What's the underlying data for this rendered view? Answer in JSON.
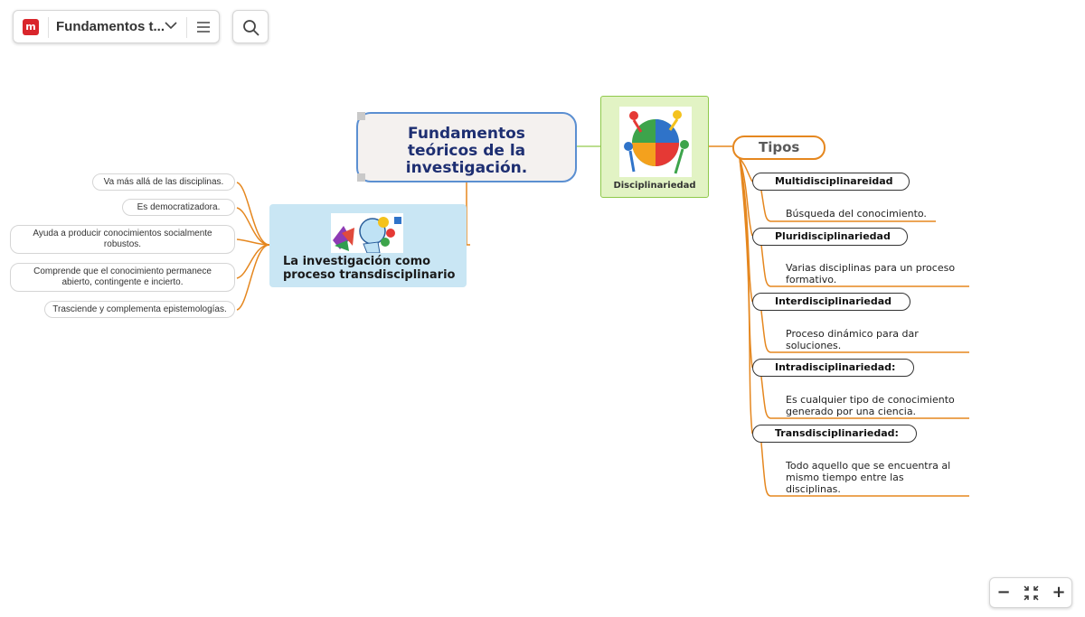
{
  "toolbar": {
    "title": "Fundamentos t...",
    "logo_glyph": "m",
    "icons": [
      "logo-icon",
      "chevron-down-icon",
      "menu-icon",
      "search-icon"
    ]
  },
  "central_topic": {
    "lines": [
      "Fundamentos",
      "teóricos  de la",
      "investigación."
    ]
  },
  "discipline_node": {
    "label": "Disciplinariedad",
    "image": "puzzle-figures-image"
  },
  "types_node": {
    "label": "Tipos"
  },
  "types": [
    {
      "name": "Multidisciplinareidad",
      "description": [
        "Búsqueda del conocimiento."
      ]
    },
    {
      "name": "Pluridisciplinariedad",
      "description": [
        "Varias disciplinas para un proceso",
        "formativo."
      ]
    },
    {
      "name": "Interdisciplinariedad",
      "description": [
        "Proceso dinámico para dar",
        "soluciones."
      ]
    },
    {
      "name": "Intradisciplinariedad:",
      "description": [
        "Es cualquier tipo de conocimiento",
        "generado por una ciencia."
      ]
    },
    {
      "name": "Transdisciplinariedad:",
      "description": [
        "Todo aquello que se encuentra al",
        "mismo tiempo entre las",
        "disciplinas."
      ]
    }
  ],
  "transdisciplinary_node": {
    "lines": [
      "La investigación como",
      "proceso transdisciplinario"
    ],
    "image": "head-colors-image"
  },
  "leaves": [
    {
      "lines": [
        "Va más allá de las disciplinas."
      ]
    },
    {
      "lines": [
        "Es democratizadora."
      ]
    },
    {
      "lines": [
        "Ayuda a producir conocimientos socialmente",
        "robustos."
      ]
    },
    {
      "lines": [
        "Comprende que el conocimiento permanece",
        "abierto, contingente e incierto."
      ]
    },
    {
      "lines": [
        "Trasciende y complementa epistemologías."
      ]
    }
  ],
  "zoom": {
    "minus": "−",
    "plus": "+"
  },
  "colors": {
    "branch_orange": "#e5871f",
    "central_border": "#5b8fd1",
    "central_text": "#1e2f72",
    "green_border": "#8fc94b",
    "blue_node": "#c9e6f4"
  }
}
